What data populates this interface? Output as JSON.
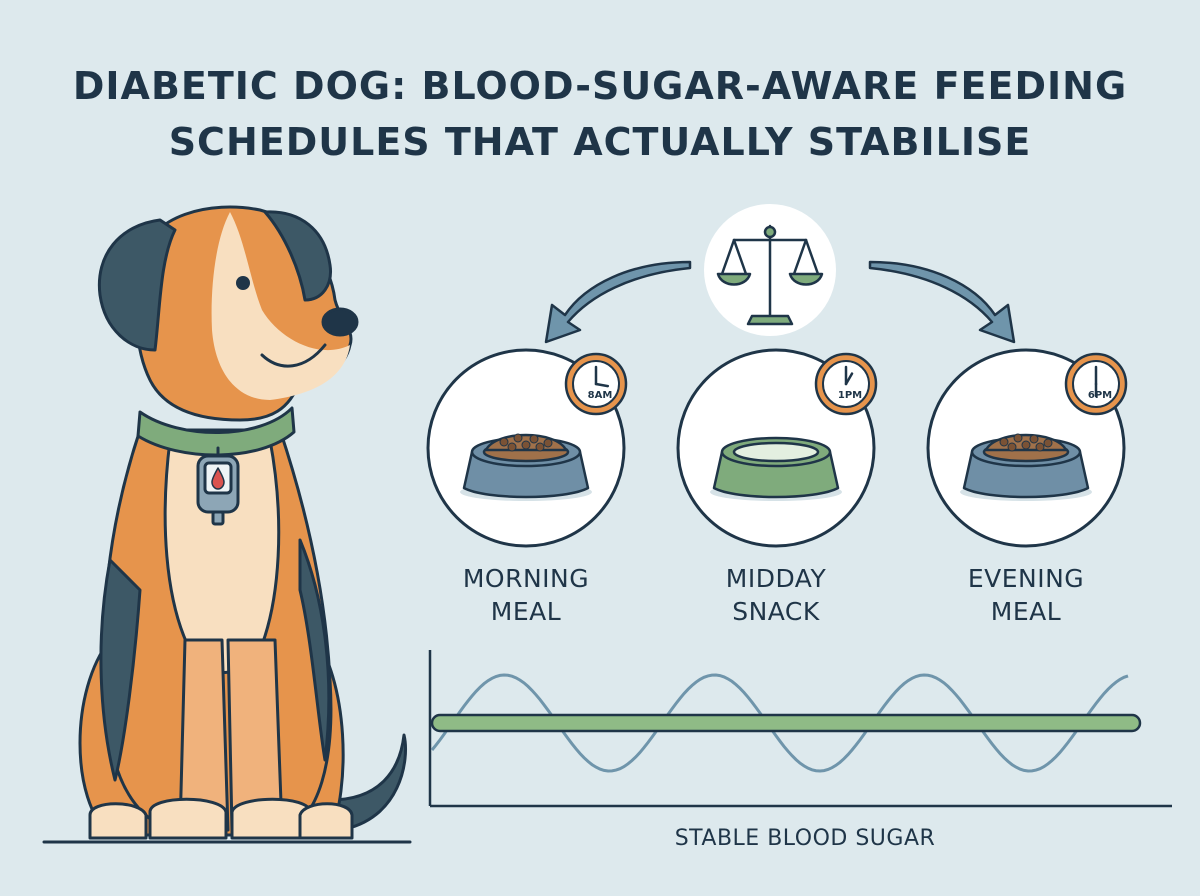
{
  "title": {
    "line1": "DIABETIC DOG: BLOOD-SUGAR-AWARE FEEDING",
    "line2": "SCHEDULES THAT ACTUALLY STABILISE"
  },
  "meals": [
    {
      "line1": "MORNING",
      "line2": "MEAL",
      "time": "8AM",
      "bowl": "full",
      "bowl_color": "#6f8fa6"
    },
    {
      "line1": "MIDDAY",
      "line2": "SNACK",
      "time": "1PM",
      "bowl": "empty",
      "bowl_color": "#7fab7c"
    },
    {
      "line1": "EVENING",
      "line2": "MEAL",
      "time": "6PM",
      "bowl": "full",
      "bowl_color": "#6f8fa6"
    }
  ],
  "icons": {
    "balance": "balance-scale-icon",
    "glucose": "glucose-monitor-icon"
  },
  "chart_caption": "STABLE BLOOD SUGAR",
  "colors": {
    "background": "#dde9ed",
    "text": "#1f3548",
    "stable_line": "#8fbb86",
    "wave_line": "#6f95ab",
    "dog_fur": "#e6944c",
    "dog_dark": "#3d5866",
    "collar": "#7fab7c"
  }
}
